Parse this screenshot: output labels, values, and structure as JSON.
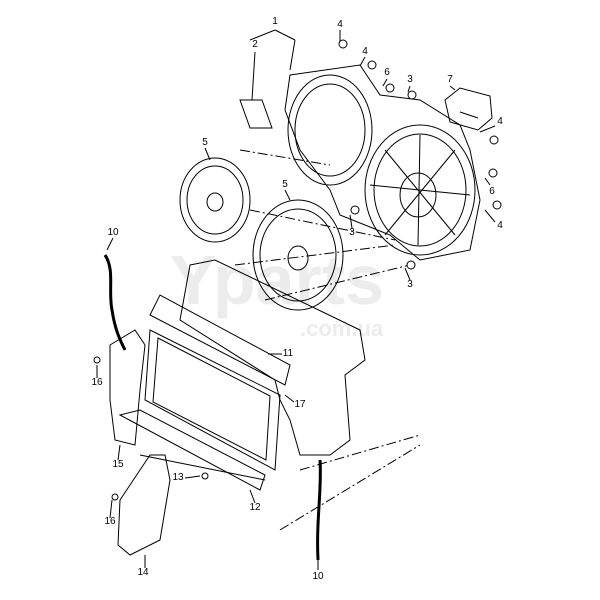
{
  "watermark": {
    "brand": "Yparts",
    "domain": ".com.ua"
  },
  "callouts": [
    "1",
    "2",
    "4",
    "4",
    "6",
    "3",
    "7",
    "4",
    "6",
    "4",
    "5",
    "5",
    "3",
    "3",
    "10",
    "11",
    "16",
    "17",
    "15",
    "13",
    "12",
    "16",
    "14",
    "10"
  ]
}
